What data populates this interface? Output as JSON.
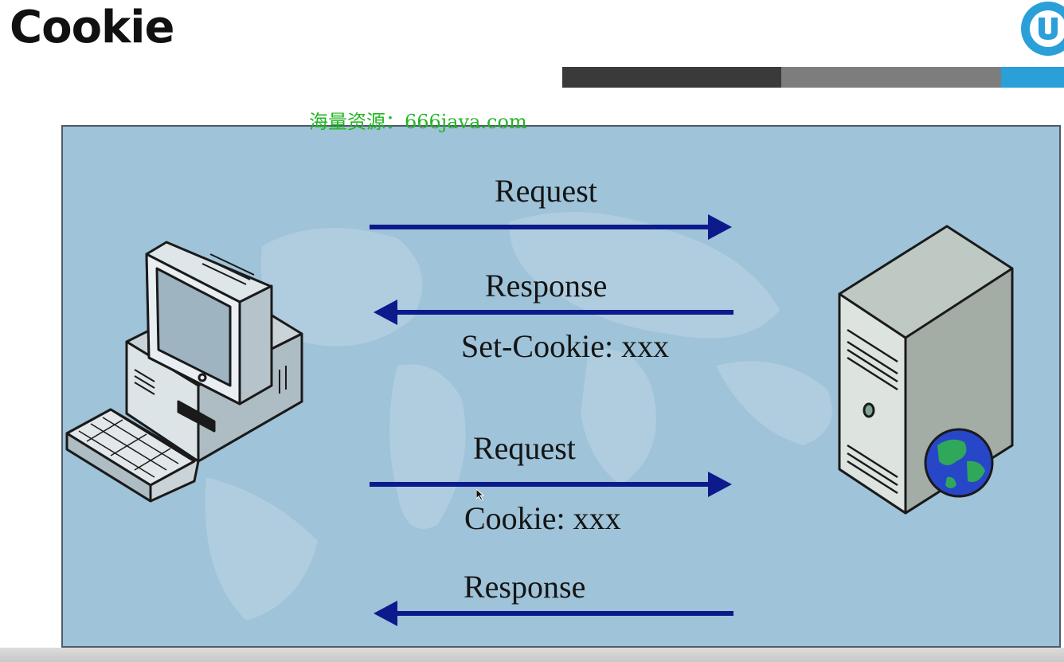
{
  "slide": {
    "title": "Cookie"
  },
  "watermark": "海量资源：666java.com",
  "diagram": {
    "client": "computer-icon",
    "server": "server-globe-icon",
    "colors": {
      "arrow": "#0c1a8c",
      "panel": "#9fc3d8",
      "accent": "#2a9fd8"
    },
    "steps": [
      {
        "direction": "client-to-server",
        "label": "Request",
        "sublabel": ""
      },
      {
        "direction": "server-to-client",
        "label": "Response",
        "sublabel": "Set-Cookie: xxx"
      },
      {
        "direction": "client-to-server",
        "label": "Request",
        "sublabel": "Cookie: xxx"
      },
      {
        "direction": "server-to-client",
        "label": "Response",
        "sublabel": ""
      }
    ]
  }
}
